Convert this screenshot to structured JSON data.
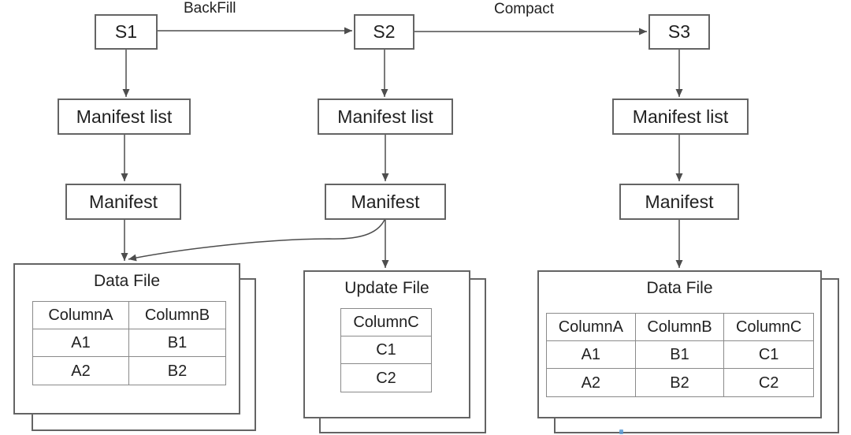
{
  "edges": {
    "backfill": "BackFill",
    "compact": "Compact"
  },
  "columns": [
    {
      "snapshot": "S1",
      "manifest_list": "Manifest list",
      "manifest": "Manifest"
    },
    {
      "snapshot": "S2",
      "manifest_list": "Manifest list",
      "manifest": "Manifest"
    },
    {
      "snapshot": "S3",
      "manifest_list": "Manifest list",
      "manifest": "Manifest"
    }
  ],
  "files": [
    {
      "title": "Data File",
      "headers": [
        "ColumnA",
        "ColumnB"
      ],
      "rows": [
        [
          "A1",
          "B1"
        ],
        [
          "A2",
          "B2"
        ]
      ]
    },
    {
      "title": "Update File",
      "headers": [
        "ColumnC"
      ],
      "rows": [
        [
          "C1"
        ],
        [
          "C2"
        ]
      ]
    },
    {
      "title": "Data File",
      "headers": [
        "ColumnA",
        "ColumnB",
        "ColumnC"
      ],
      "rows": [
        [
          "A1",
          "B1",
          "C1"
        ],
        [
          "A2",
          "B2",
          "C2"
        ]
      ]
    }
  ],
  "colors": {
    "box_border": "#646464",
    "arrow": "#4d4d4d",
    "text": "#212121",
    "table_border": "#8a8a8a",
    "artifact": "#5b9bd5"
  }
}
